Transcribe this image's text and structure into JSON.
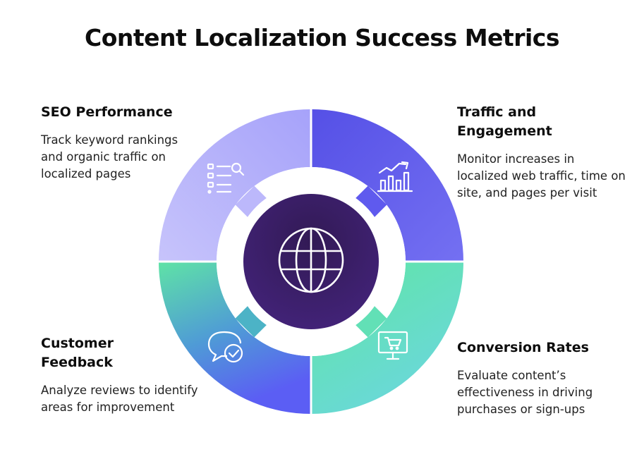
{
  "title": "Content Localization Success Metrics",
  "metrics": [
    {
      "heading": "SEO Performance",
      "description": "Track keyword rankings and organic traffic on localized pages",
      "icon": "seo-list-search-icon"
    },
    {
      "heading": "Traffic and Engagement",
      "description": "Monitor increases in localized web traffic, time on site, and pages per visit",
      "icon": "bar-chart-trend-icon"
    },
    {
      "heading": "Customer Feedback",
      "description": "Analyze reviews to identify areas for improvement",
      "icon": "chat-check-icon"
    },
    {
      "heading": "Conversion Rates",
      "description": "Evaluate content’s effectiveness in driving purchases or sign-ups",
      "icon": "monitor-cart-icon"
    }
  ],
  "center_icon": "globe-icon",
  "colors": {
    "seo_segment": "#b3aefc",
    "traffic_segment": "#5d57ea",
    "feedback_segment": "#5b64f0",
    "conversion_segment": "#5fe3a6",
    "center_circle": "#3c1e6e"
  }
}
